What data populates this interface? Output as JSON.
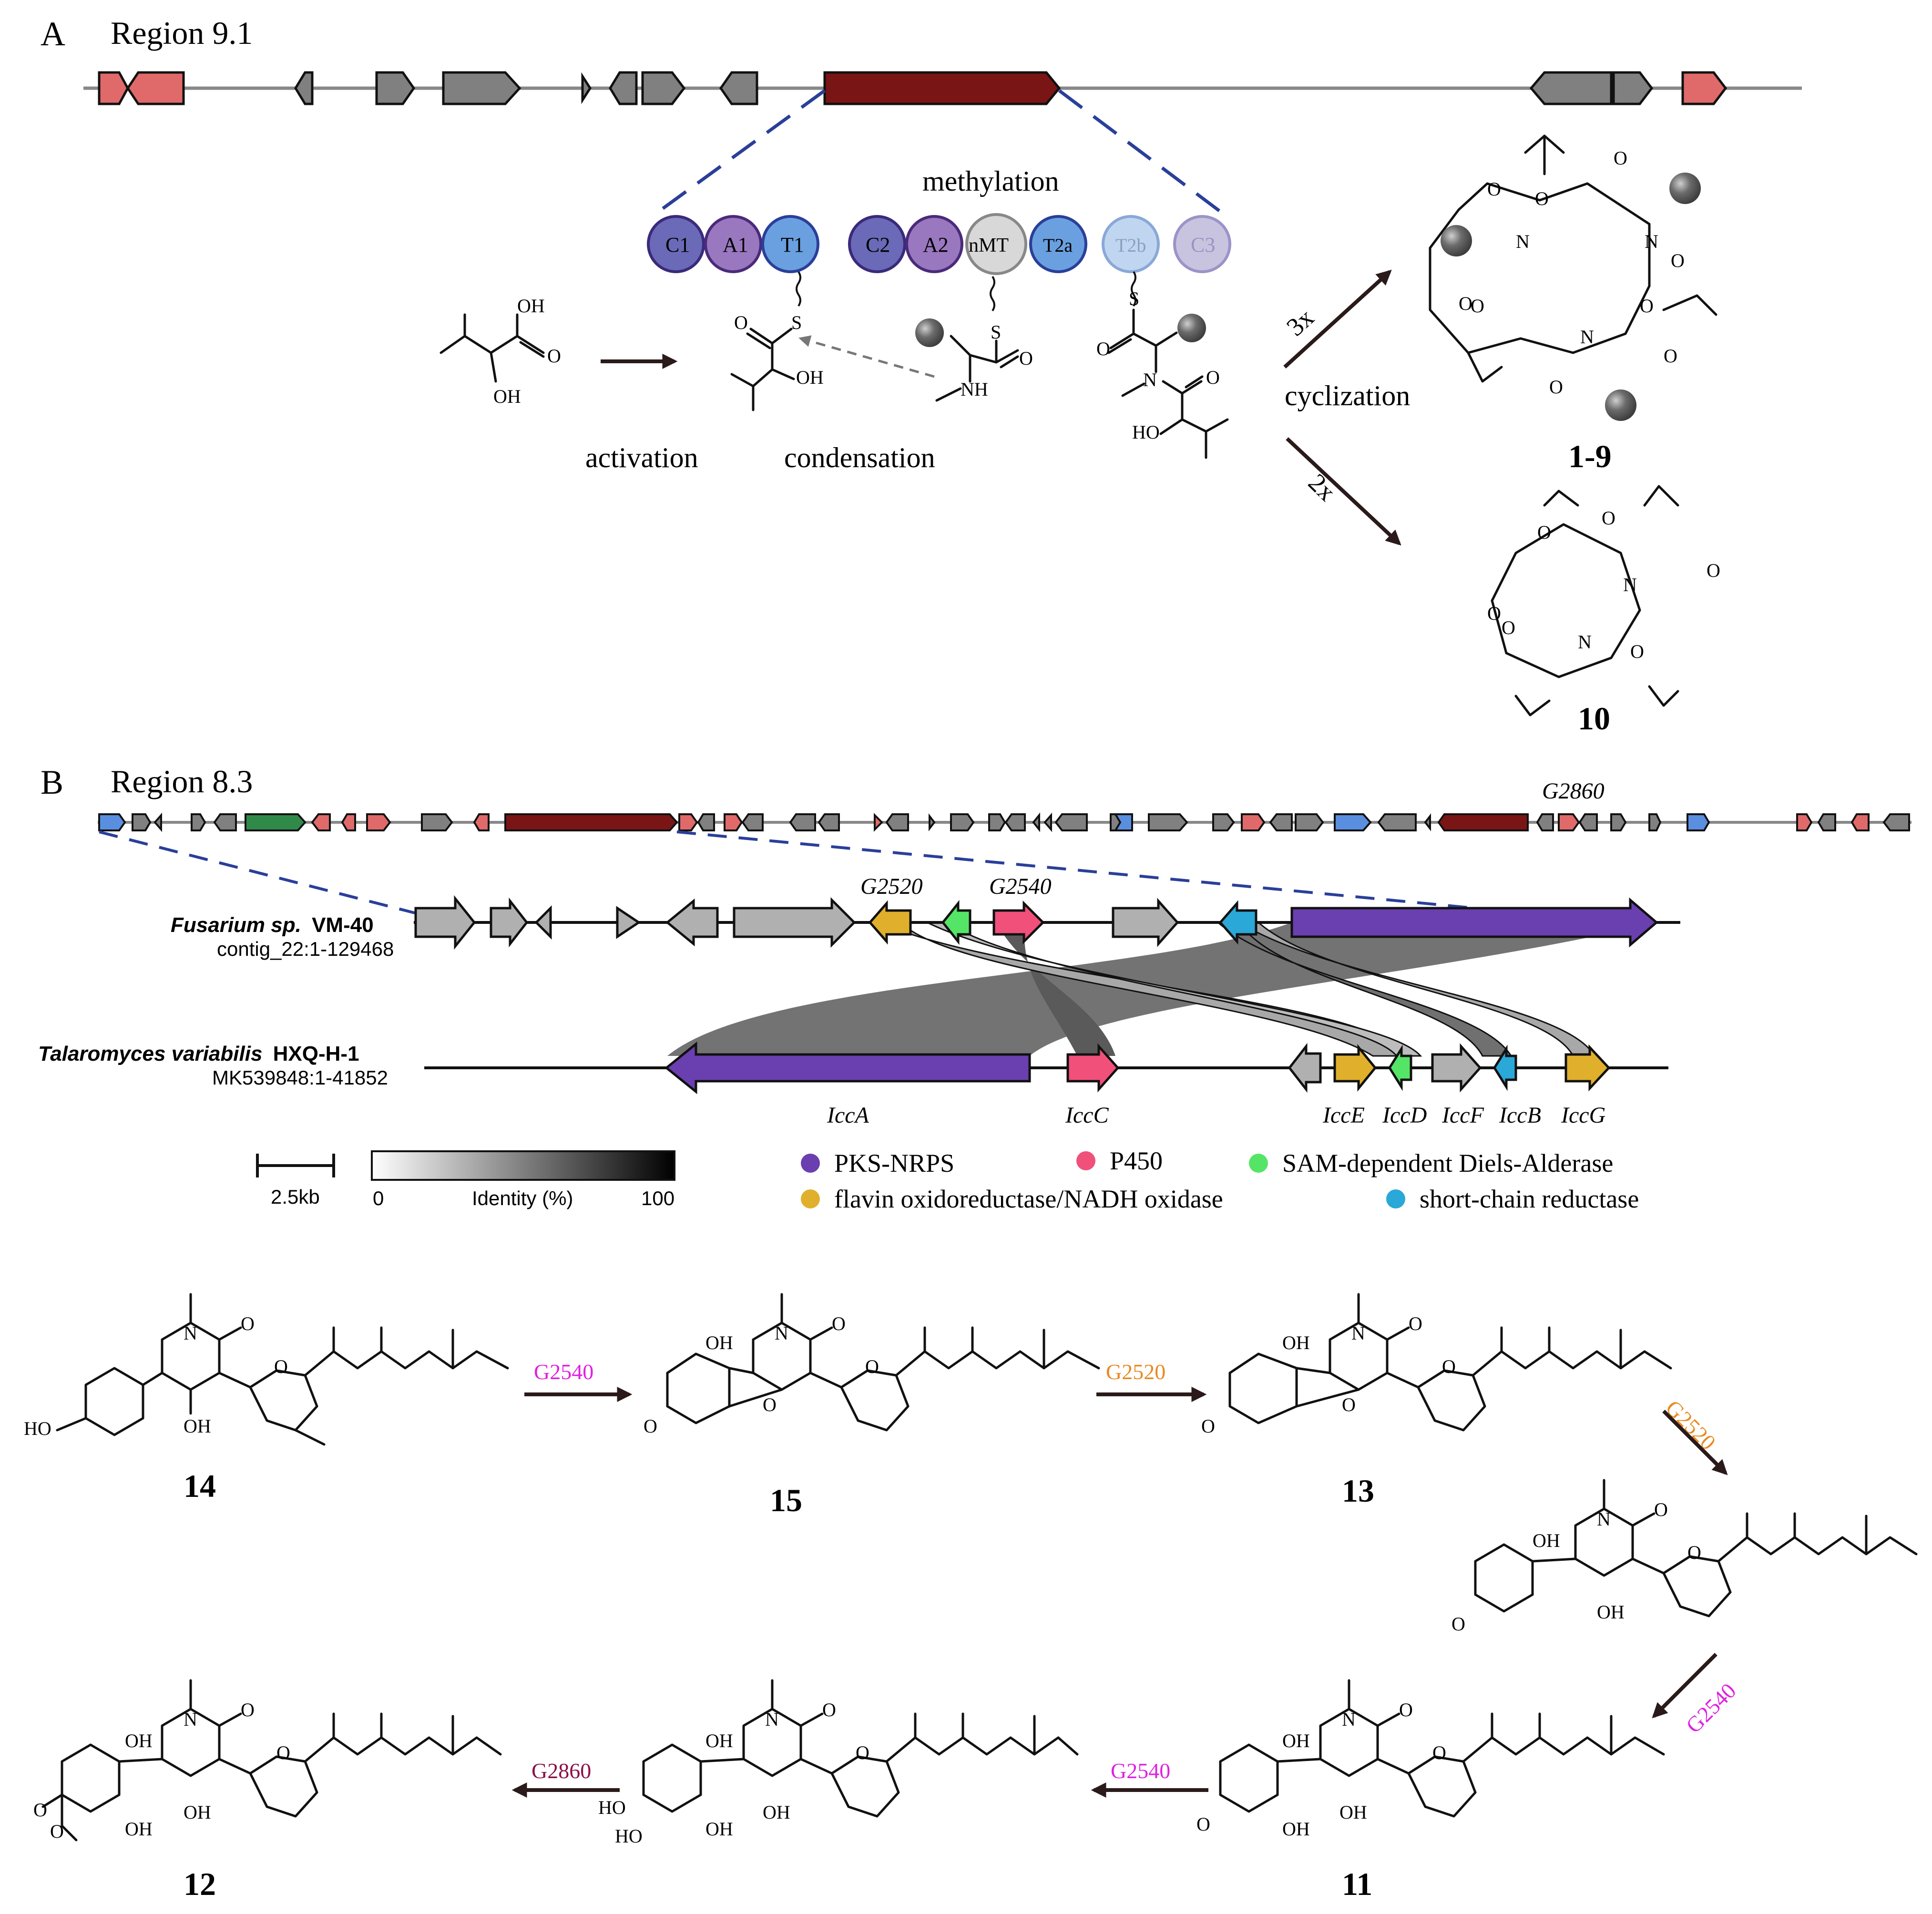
{
  "panel_a": {
    "letter": "A",
    "title": "Region 9.1",
    "domains": [
      "C1",
      "A1",
      "T1",
      "C2",
      "A2",
      "nMT",
      "T2a",
      "T2b",
      "C3"
    ],
    "labels": {
      "methylation": "methylation",
      "activation": "activation",
      "condensation": "condensation",
      "cyclization": "cyclization",
      "x3": "3x",
      "x2": "2x",
      "cpd_1_9": "1-9",
      "cpd_10": "10"
    }
  },
  "panel_b": {
    "letter": "B",
    "title": "Region 8.3",
    "gene_tag_top": "G2860",
    "gene_tags": [
      "G2520",
      "G2540"
    ],
    "organism1": {
      "name": "Fusarium sp.",
      "strain": "VM-40",
      "contig": "contig_22:1-129468"
    },
    "organism2": {
      "name": "Talaromyces variabilis",
      "strain": "HXQ-H-1",
      "contig": "MK539848:1-41852"
    },
    "genes_bottom": [
      "IccA",
      "IccC",
      "IccE",
      "IccD",
      "IccF",
      "IccB",
      "IccG"
    ],
    "scale": {
      "label": "2.5kb"
    },
    "identity": {
      "min": "0",
      "label": "Identity (%)",
      "max": "100"
    },
    "legend": [
      {
        "label": "PKS-NRPS",
        "color": "#6a3fb0"
      },
      {
        "label": "P450",
        "color": "#f0507a"
      },
      {
        "label": "SAM-dependent Diels-Alderase",
        "color": "#55e566"
      },
      {
        "label": "flavin oxidoreductase/NADH oxidase",
        "color": "#e0b02c"
      },
      {
        "label": "short-chain reductase",
        "color": "#2aa8d8"
      }
    ]
  },
  "pathway": {
    "compounds": {
      "c14": "14",
      "c15": "15",
      "c13": "13",
      "c11": "11",
      "c12": "12"
    },
    "steps": {
      "s1": "G2540",
      "s2": "G2520",
      "s3": "G2520",
      "s4": "G2540",
      "s5": "G2540",
      "s6": "G2860"
    },
    "atoms": {
      "O": "O",
      "N": "N",
      "OH": "OH",
      "HO": "HO",
      "NH": "NH",
      "S": "S"
    }
  },
  "colors": {
    "gray_gene": "#808080",
    "red_gene": "#e06a6a",
    "dark_red": "#7a1515",
    "blue_gene": "#5a8fe0",
    "green_gene": "#2f8a4a",
    "magenta": "#e020e0",
    "orange": "#e88a20",
    "dark_magenta": "#8a1048",
    "dashed_blue": "#2a3f9a"
  }
}
